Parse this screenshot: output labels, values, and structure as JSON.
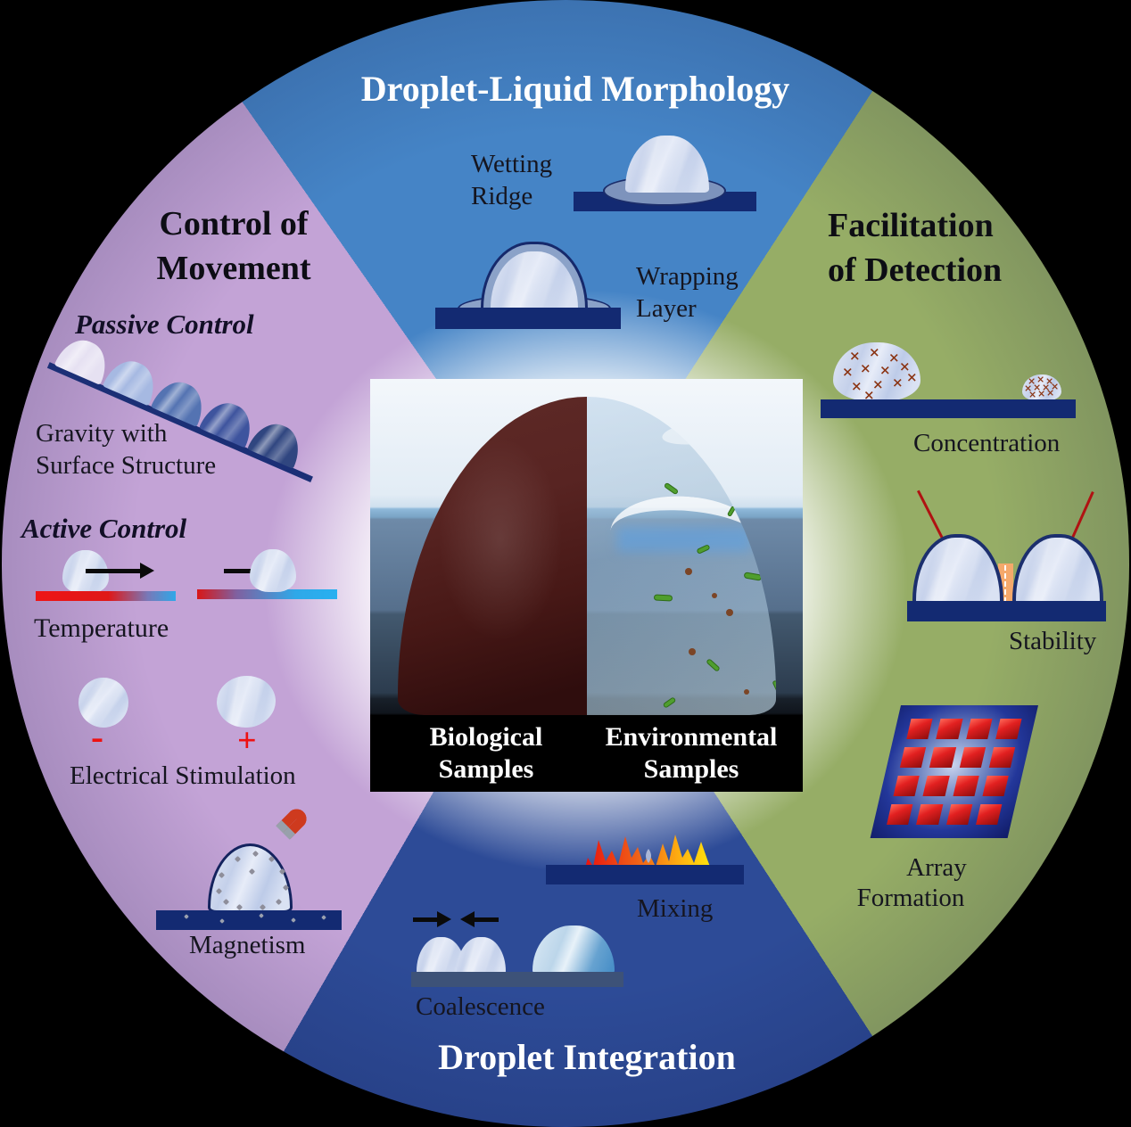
{
  "center": {
    "left_caption": {
      "line1": "Biological",
      "line2": "Samples"
    },
    "right_caption": {
      "line1": "Environmental",
      "line2": "Samples"
    }
  },
  "sections": {
    "morphology": {
      "title": "Droplet-Liquid Morphology",
      "color": "#4584c6",
      "items": [
        {
          "name": "wetting-ridge",
          "label_line1": "Wetting",
          "label_line2": "Ridge"
        },
        {
          "name": "wrapping-layer",
          "label_line1": "Wrapping",
          "label_line2": "Layer"
        }
      ]
    },
    "movement": {
      "title_line1": "Control of",
      "title_line2": "Movement",
      "color": "#c3a3d6",
      "subheadings": {
        "passive": "Passive Control",
        "active": "Active Control"
      },
      "items": [
        {
          "name": "gravity",
          "label_line1": "Gravity with",
          "label_line2": "Surface Structure",
          "droplet_colors": [
            "#e6e1f2",
            "#a6b9e2",
            "#5473b2",
            "#3e549e",
            "#304680"
          ]
        },
        {
          "name": "temperature",
          "label": "Temperature"
        },
        {
          "name": "electrical",
          "label": "Electrical Stimulation",
          "minus_sign": "-",
          "plus_sign": "+",
          "electrode_color": "#fcb612"
        },
        {
          "name": "magnetism",
          "label": "Magnetism",
          "magnet_color": "#ce3a1e"
        }
      ]
    },
    "detection": {
      "title_line1": "Facilitation",
      "title_line2": "of Detection",
      "color": "#96ad66",
      "items": [
        {
          "name": "concentration",
          "label": "Concentration",
          "marker_glyph": "×",
          "marker_color": "#8a3312",
          "large_marker_count": 12,
          "small_marker_count": 10
        },
        {
          "name": "stability",
          "label": "Stability"
        },
        {
          "name": "array",
          "label_line1": "Array",
          "label_line2": "Formation",
          "grid_rows": 4,
          "grid_cols": 4,
          "cell_color": "#d01414"
        }
      ]
    },
    "integration": {
      "title": "Droplet Integration",
      "color": "#2d4b97",
      "items": [
        {
          "name": "mixing",
          "label": "Mixing"
        },
        {
          "name": "coalescence",
          "label": "Coalescence"
        }
      ]
    }
  },
  "palette": {
    "substrate_navy": "#132a72",
    "background": "#000000",
    "droplet_light": "#ccd7ee"
  }
}
